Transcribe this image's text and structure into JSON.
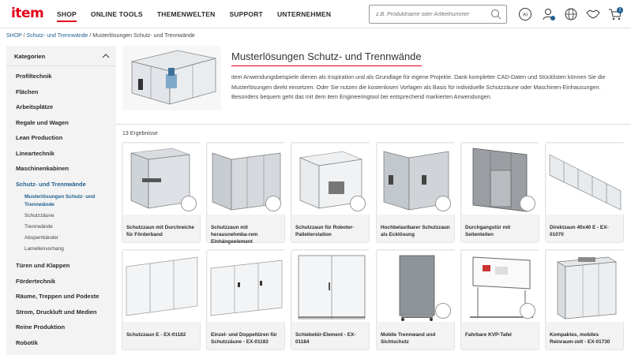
{
  "header": {
    "logo": "item",
    "nav": [
      {
        "label": "SHOP",
        "active": true
      },
      {
        "label": "ONLINE TOOLS",
        "active": false
      },
      {
        "label": "THEMENWELTEN",
        "active": false
      },
      {
        "label": "SUPPORT",
        "active": false
      },
      {
        "label": "UNTERNEHMEN",
        "active": false
      }
    ],
    "search_placeholder": "z.B. Produktname oder Artikelnummer",
    "icons": [
      "ai-assistant-icon",
      "user-account-icon",
      "language-globe-icon",
      "handshake-icon",
      "cart-icon"
    ],
    "ai_label": "AI",
    "cart_count": "1",
    "accent": "#e2001a"
  },
  "breadcrumb": {
    "shop": "SHOP",
    "sep1": " / ",
    "category": "Schutz- und Trennwände",
    "sep2": " / ",
    "current": "Musterlösungen Schutz- und Trennwände"
  },
  "sidebar": {
    "title": "Kategorien",
    "items": [
      {
        "label": "Profiltechnik"
      },
      {
        "label": "Flächen"
      },
      {
        "label": "Arbeitsplätze"
      },
      {
        "label": "Regale und Wagen"
      },
      {
        "label": "Lean Production"
      },
      {
        "label": "Lineartechnik"
      },
      {
        "label": "Maschinenkabinen"
      },
      {
        "label": "Schutz- und Trennwände",
        "active": true
      }
    ],
    "subitems": [
      {
        "label": "Musterlösungen Schutz- und Trennwände",
        "active": true
      },
      {
        "label": "Schutzzäune"
      },
      {
        "label": "Trennwände"
      },
      {
        "label": "Absperrbänder"
      },
      {
        "label": "Lamellenvorhang"
      }
    ],
    "items_after": [
      {
        "label": "Türen und Klappen"
      },
      {
        "label": "Fördertechnik"
      },
      {
        "label": "Räume, Treppen und Podeste"
      },
      {
        "label": "Strom, Druckluft und Medien"
      },
      {
        "label": "Reine Produktion"
      },
      {
        "label": "Robotik"
      }
    ]
  },
  "main": {
    "title": "Musterlösungen Schutz- und Trennwände",
    "description": "item Anwendungsbeispiele dienen als Inspiration und als Grundlage für eigene Projekte. Dank kompletter CAD-Daten und Stücklisten können Sie die Musterlösungen direkt einsetzen. Oder Sie nutzen die kostenlosen Vorlagen als Basis für individuelle Schutzzäune oder Maschinen-Einhausungen. Besonders bequem geht das mit dem item Engineeringtool bei entsprechend markierten Anwendungen.",
    "results": "13 Ergebnisse",
    "products": [
      {
        "label": "Schutzzaun mit Durchreiche für Förderband",
        "badge": true
      },
      {
        "label": "Schutzzaun mit herausnehmba-rem Einhängeelement",
        "badge": true
      },
      {
        "label": "Schutzzaun für Roboter-Palletierstation",
        "badge": true
      },
      {
        "label": "Hochbelastbarer Schutzzaun als Ecklösung",
        "badge": true
      },
      {
        "label": "Durchgangstür mit Seitenteilen",
        "badge": true
      },
      {
        "label": "Direktzaun 40x40 E - EX-01070",
        "badge": false
      },
      {
        "label": "Schutzzaun E - EX-01182",
        "badge": false
      },
      {
        "label": "Einzel- und Doppeltüren für Schutzzäune - EX-01183",
        "badge": false
      },
      {
        "label": "Schiebetür-Element - EX-01184",
        "badge": false
      },
      {
        "label": "Mobile Trennwand und Sichtschutz",
        "badge": true
      },
      {
        "label": "Fahrbare KVP-Tafel",
        "badge": true
      },
      {
        "label": "Kompaktes, mobiles Reinraum-zelt - EX-01730",
        "badge": false
      }
    ]
  }
}
